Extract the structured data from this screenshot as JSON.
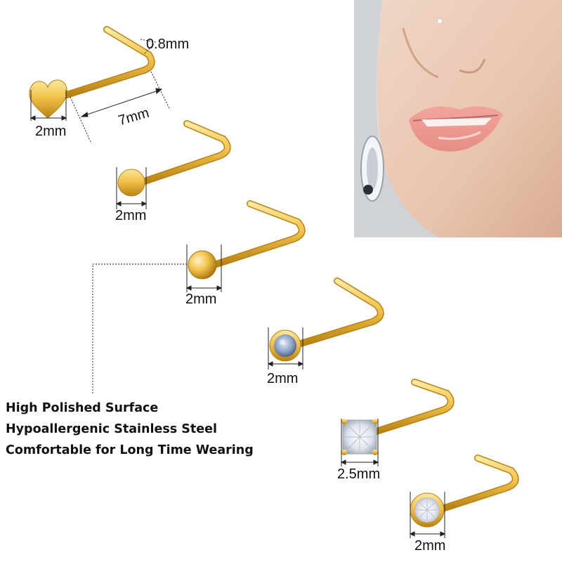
{
  "measurements": {
    "wire_thickness": "0.8mm",
    "heart_length": "7mm",
    "heart_width": "2mm",
    "flat_disc_width": "2mm",
    "ball_width": "2mm",
    "blue_gem_width": "2mm",
    "square_gem_width": "2.5mm",
    "round_clear_gem_width": "2mm"
  },
  "features": [
    "High Polished Surface",
    "Hypoallergenic Stainless Steel",
    "Comfortable for Long Time Wearing"
  ],
  "colors": {
    "gold_light": "#ffe9a0",
    "gold_mid": "#f2c24a",
    "gold_dark": "#b88212",
    "blue_gem": "#8fa6c8",
    "clear_gem": "#e8ecf2",
    "skin": "#e8c4ae",
    "lips": "#e68d86"
  }
}
